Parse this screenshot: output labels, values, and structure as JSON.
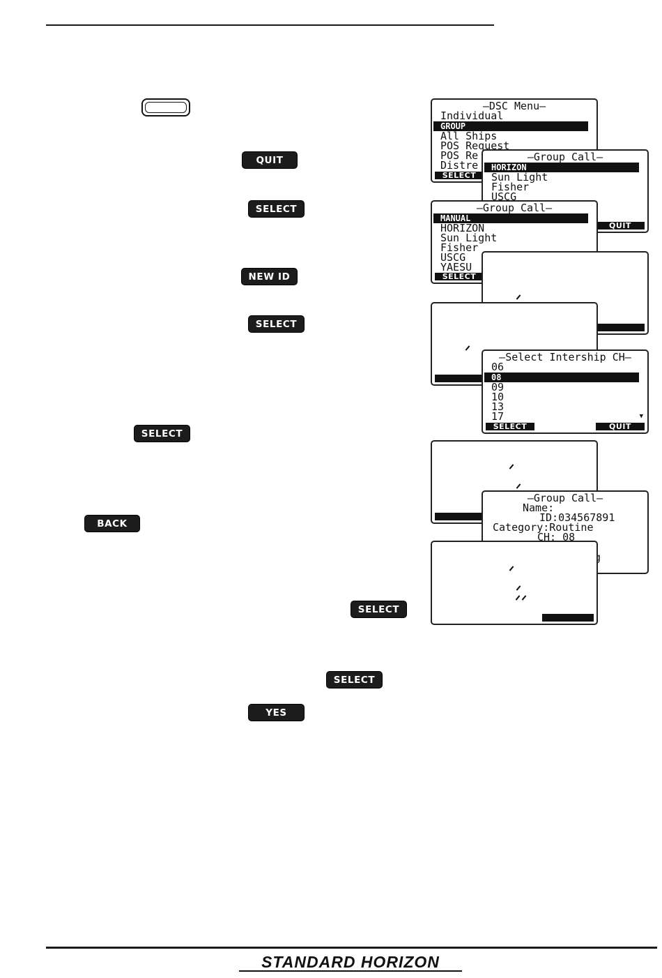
{
  "keys": {
    "quit": "QUIT",
    "select": "SELECT",
    "new_id": "NEW ID",
    "back": "BACK",
    "yes": "YES"
  },
  "screen_dsc_menu": {
    "title": "–DSC Menu–",
    "items": [
      "Individual",
      "GROUP",
      "All Ships",
      "POS Request",
      "POS Re",
      "Distre"
    ],
    "softkey_left": "SELECT"
  },
  "screen_group_call_1": {
    "title": "–Group Call–",
    "items": [
      "HORIZON",
      "Sun Light",
      "Fisher",
      "USCG"
    ],
    "softkey_right": "QUIT"
  },
  "screen_group_call_2": {
    "title": "–Group Call–",
    "items": [
      "MANUAL",
      "HORIZON",
      "Sun Light",
      "Fisher",
      "USCG",
      "YAESU"
    ],
    "softkey_left": "SELECT"
  },
  "screen_intership": {
    "title": "–Select Intership CH–",
    "items": [
      "06",
      "08",
      "09",
      "10",
      "13",
      "17"
    ],
    "scroll_arrow": "▼",
    "softkey_left": "SELECT",
    "softkey_right": "QUIT"
  },
  "screen_group_call_detail": {
    "title": "–Group Call–",
    "name_line": "Name:",
    "id_line": "ID:034567891",
    "category_line": "Category:Routine",
    "ch_line": "CH: 08",
    "partial_line": "ng"
  },
  "footer": {
    "brand": "STANDARD HORIZON"
  }
}
